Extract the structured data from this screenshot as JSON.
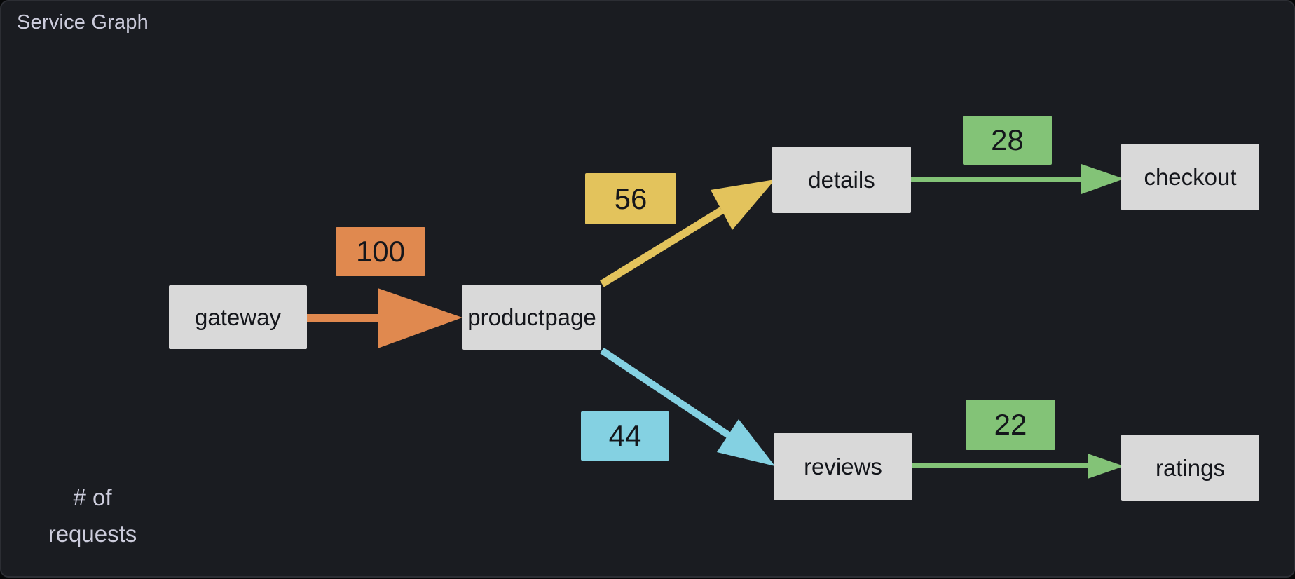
{
  "panel": {
    "title": "Service Graph",
    "footnote_text": "# of requests",
    "footnote_line1": "# of",
    "footnote_line2": "requests"
  },
  "chart_data": {
    "type": "graph",
    "direction": "left-to-right",
    "value_semantics": "# of requests",
    "nodes": [
      {
        "id": "gateway",
        "label": "gateway"
      },
      {
        "id": "productpage",
        "label": "productpage"
      },
      {
        "id": "details",
        "label": "details"
      },
      {
        "id": "checkout",
        "label": "checkout"
      },
      {
        "id": "reviews",
        "label": "reviews"
      },
      {
        "id": "ratings",
        "label": "ratings"
      }
    ],
    "edges": [
      {
        "from": "gateway",
        "to": "productpage",
        "requests": "100",
        "color": "#E0894F"
      },
      {
        "from": "productpage",
        "to": "details",
        "requests": "56",
        "color": "#E3C35C"
      },
      {
        "from": "productpage",
        "to": "reviews",
        "requests": "44",
        "color": "#84D1E2"
      },
      {
        "from": "details",
        "to": "checkout",
        "requests": "28",
        "color": "#83C377"
      },
      {
        "from": "reviews",
        "to": "ratings",
        "requests": "22",
        "color": "#83C377"
      }
    ]
  },
  "colors": {
    "canvas_background": "#060708",
    "panel_background": "#1A1C21",
    "panel_border": "#2C2E34",
    "node_fill": "#D9D9D9",
    "node_text": "#14161B",
    "title_text": "#CCCCDC",
    "edge_orange": "#E0894F",
    "edge_yellow": "#E3C35C",
    "edge_blue": "#84D1E2",
    "edge_green": "#83C377"
  }
}
